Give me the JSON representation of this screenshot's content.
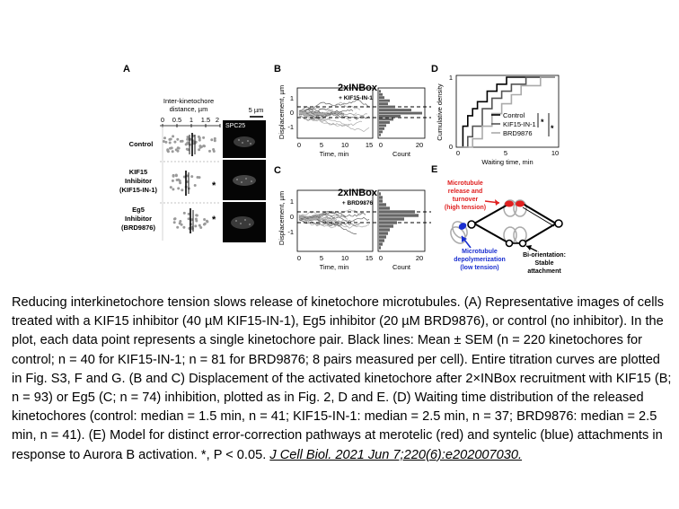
{
  "panels": {
    "A": {
      "letter": "A",
      "axis_title_line1": "Inter-kinetochore",
      "axis_title_line2": "distance, µm",
      "ticks": [
        "0",
        "0.5",
        "1",
        "1.5",
        "2"
      ],
      "scale_bar": "5 µm",
      "marker_label": "SPC25",
      "rows": [
        {
          "line1": "Control",
          "line2": "",
          "line3": "",
          "star": ""
        },
        {
          "line1": "KIF15",
          "line2": "Inhibitor",
          "line3": "(KIF15-IN-1)",
          "star": "*"
        },
        {
          "line1": "Eg5",
          "line2": "Inhibitor",
          "line3": "(BRD9876)",
          "star": "*"
        }
      ]
    },
    "B": {
      "letter": "B",
      "title": "2xINBox",
      "subtitle": "+ KIF15-IN-1",
      "ylabel": "Displacement, µm",
      "yticks": [
        "1",
        "0",
        "-1"
      ],
      "xticks": [
        "0",
        "5",
        "10",
        "15"
      ],
      "xlabel": "Time, min",
      "hist_ticks": [
        "0",
        "20"
      ],
      "hist_label": "Count"
    },
    "C": {
      "letter": "C",
      "title": "2xINBox",
      "subtitle": "+ BRD9876",
      "ylabel": "Displacement, µm",
      "yticks": [
        "1",
        "0",
        "-1"
      ],
      "xticks": [
        "0",
        "5",
        "10",
        "15"
      ],
      "xlabel": "Time, min",
      "hist_ticks": [
        "0",
        "20"
      ],
      "hist_label": "Count"
    },
    "D": {
      "letter": "D",
      "ylabel": "Cumulative density",
      "yticks": [
        "1",
        "0"
      ],
      "xticks": [
        "0",
        "5",
        "10"
      ],
      "xlabel": "Waiting time, min",
      "legend": [
        "Control",
        "KIF15-IN-1",
        "BRD9876"
      ],
      "stars": [
        "*",
        "*"
      ],
      "colors": [
        "#000000",
        "#555555",
        "#aaaaaa"
      ]
    },
    "E": {
      "letter": "E",
      "release_line1": "Microtubule",
      "release_line2": "release and",
      "release_line3": "turnover",
      "release_line4": "(high tension)",
      "depol_line1": "Microtubule",
      "depol_line2": "depolymerization",
      "depol_line3": "(low tension)",
      "biorient_line1": "Bi-orientation:",
      "biorient_line2": "Stable",
      "biorient_line3": "attachment",
      "red": "#e02020",
      "blue": "#1a2fd0"
    }
  },
  "chart_data": {
    "type": "line",
    "title": "",
    "xlabel": "Waiting time, min",
    "ylabel": "Cumulative density",
    "xlim": [
      0,
      10
    ],
    "ylim": [
      0,
      1
    ],
    "series": [
      {
        "name": "Control",
        "x": [
          0,
          0.5,
          0.5,
          1,
          1,
          1.5,
          1.5,
          2,
          2,
          3,
          3,
          4,
          4,
          5,
          5,
          10
        ],
        "y": [
          0,
          0,
          0.3,
          0.3,
          0.45,
          0.45,
          0.55,
          0.55,
          0.65,
          0.65,
          0.8,
          0.8,
          0.9,
          0.9,
          1,
          1
        ]
      },
      {
        "name": "KIF15-IN-1",
        "x": [
          0,
          1,
          1,
          1.5,
          1.5,
          2.5,
          2.5,
          3.5,
          3.5,
          4.5,
          4.5,
          5.5,
          5.5,
          7,
          7,
          10
        ],
        "y": [
          0,
          0,
          0.15,
          0.15,
          0.3,
          0.3,
          0.55,
          0.55,
          0.7,
          0.7,
          0.8,
          0.8,
          0.9,
          0.9,
          1,
          1
        ]
      },
      {
        "name": "BRD9876",
        "x": [
          0,
          1.5,
          1.5,
          2.5,
          2.5,
          3.5,
          3.5,
          4.5,
          4.5,
          5.5,
          5.5,
          6.5,
          6.5,
          8.5,
          8.5,
          10
        ],
        "y": [
          0,
          0,
          0.12,
          0.12,
          0.3,
          0.3,
          0.48,
          0.48,
          0.62,
          0.62,
          0.75,
          0.75,
          0.88,
          0.88,
          1,
          1
        ]
      }
    ]
  },
  "caption": {
    "text": "Reducing interkinetochore tension slows release of kinetochore microtubules. (A) Representative images of cells treated with a KIF15 inhibitor (40 µM KIF15-IN-1), Eg5 inhibitor (20 µM BRD9876), or control (no inhibitor). In the plot, each data point represents a single kinetochore pair. Black lines: Mean ± SEM (n = 220 kinetochores for control; n = 40 for KIF15-IN-1; n = 81 for BRD9876;  8 pairs measured per cell). Entire titration curves are plotted in Fig. S3, F and G. (B and C) Displacement of the activated kinetochore after 2×INBox recruitment with KIF15 (B; n = 93) or Eg5 (C; n = 74) inhibition, plotted as in Fig. 2, D and E. (D) Waiting time distribution of the released kinetochores (control: median = 1.5 min, n = 41; KIF15-IN-1: median = 2.5 min, n = 37; BRD9876: median = 2.5 min, n = 41). (E) Model for distinct error-correction pathways at merotelic (red) and syntelic (blue) attachments in response to Aurora B activation. *, P < 0.05.",
    "citation": "J Cell Biol. 2021 Jun 7;220(6):e202007030."
  }
}
